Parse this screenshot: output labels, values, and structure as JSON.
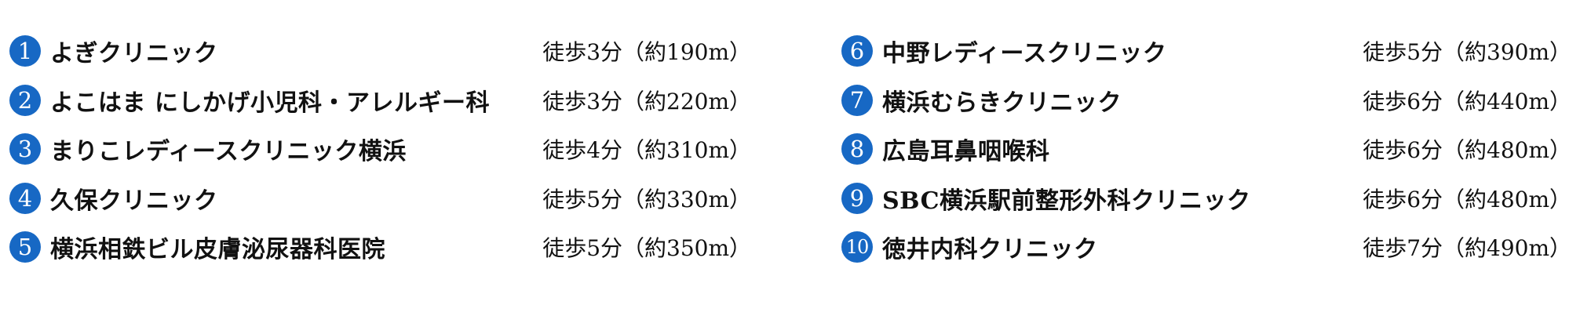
{
  "clinics": [
    {
      "num": "1",
      "name": "よぎクリニック",
      "walk": "徒歩3分（約190m）"
    },
    {
      "num": "2",
      "name": "よこはま にしかげ小児科・アレルギー科",
      "walk": "徒歩3分（約220m）"
    },
    {
      "num": "3",
      "name": "まりこレディースクリニック横浜",
      "walk": "徒歩4分（約310m）"
    },
    {
      "num": "4",
      "name": "久保クリニック",
      "walk": "徒歩5分（約330m）"
    },
    {
      "num": "5",
      "name": "横浜相鉄ビル皮膚泌尿器科医院",
      "walk": "徒歩5分（約350m）"
    },
    {
      "num": "6",
      "name": "中野レディースクリニック",
      "walk": "徒歩5分（約390m）"
    },
    {
      "num": "7",
      "name": "横浜むらきクリニック",
      "walk": "徒歩6分（約440m）"
    },
    {
      "num": "8",
      "name": "広島耳鼻咽喉科",
      "walk": "徒歩6分（約480m）"
    },
    {
      "num": "9",
      "name": "SBC横浜駅前整形外科クリニック",
      "walk": "徒歩6分（約480m）"
    },
    {
      "num": "10",
      "name": "徳井内科クリニック",
      "walk": "徒歩7分（約490m）"
    }
  ],
  "colors": {
    "badge": "#1768c4",
    "text": "#111111"
  }
}
